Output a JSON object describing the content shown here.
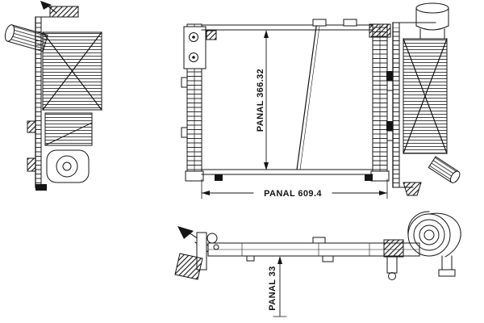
{
  "drawing": {
    "dimensions": {
      "core_height": "PANAL 366.32",
      "core_width": "PANAL 609.4",
      "core_depth": "PANAL 33"
    },
    "colors": {
      "line": "#141414",
      "background": "#ffffff"
    }
  }
}
